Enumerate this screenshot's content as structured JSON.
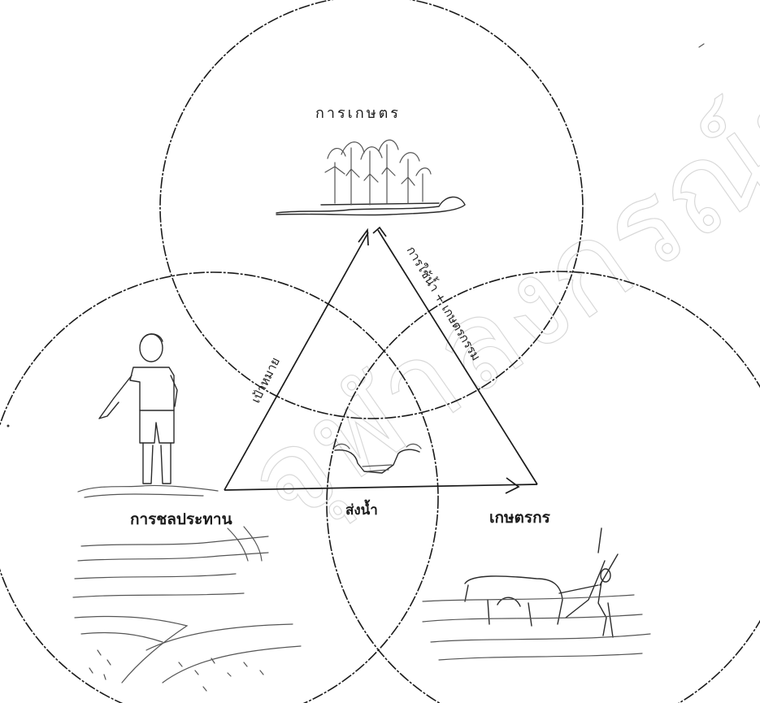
{
  "circles": {
    "top": {
      "label": "การเกษตร"
    },
    "left": {
      "label": "การชลประทาน"
    },
    "right": {
      "label": "เกษตรกร"
    }
  },
  "center": {
    "label": "ส่งน้ำ"
  },
  "triangle_edges": {
    "left": "เป้าหมาย",
    "right": "การใช้น้ำ + เกษตรกรรม"
  },
  "watermark": "จุฬาลงกรณ์มหาวิทยาลัย University"
}
